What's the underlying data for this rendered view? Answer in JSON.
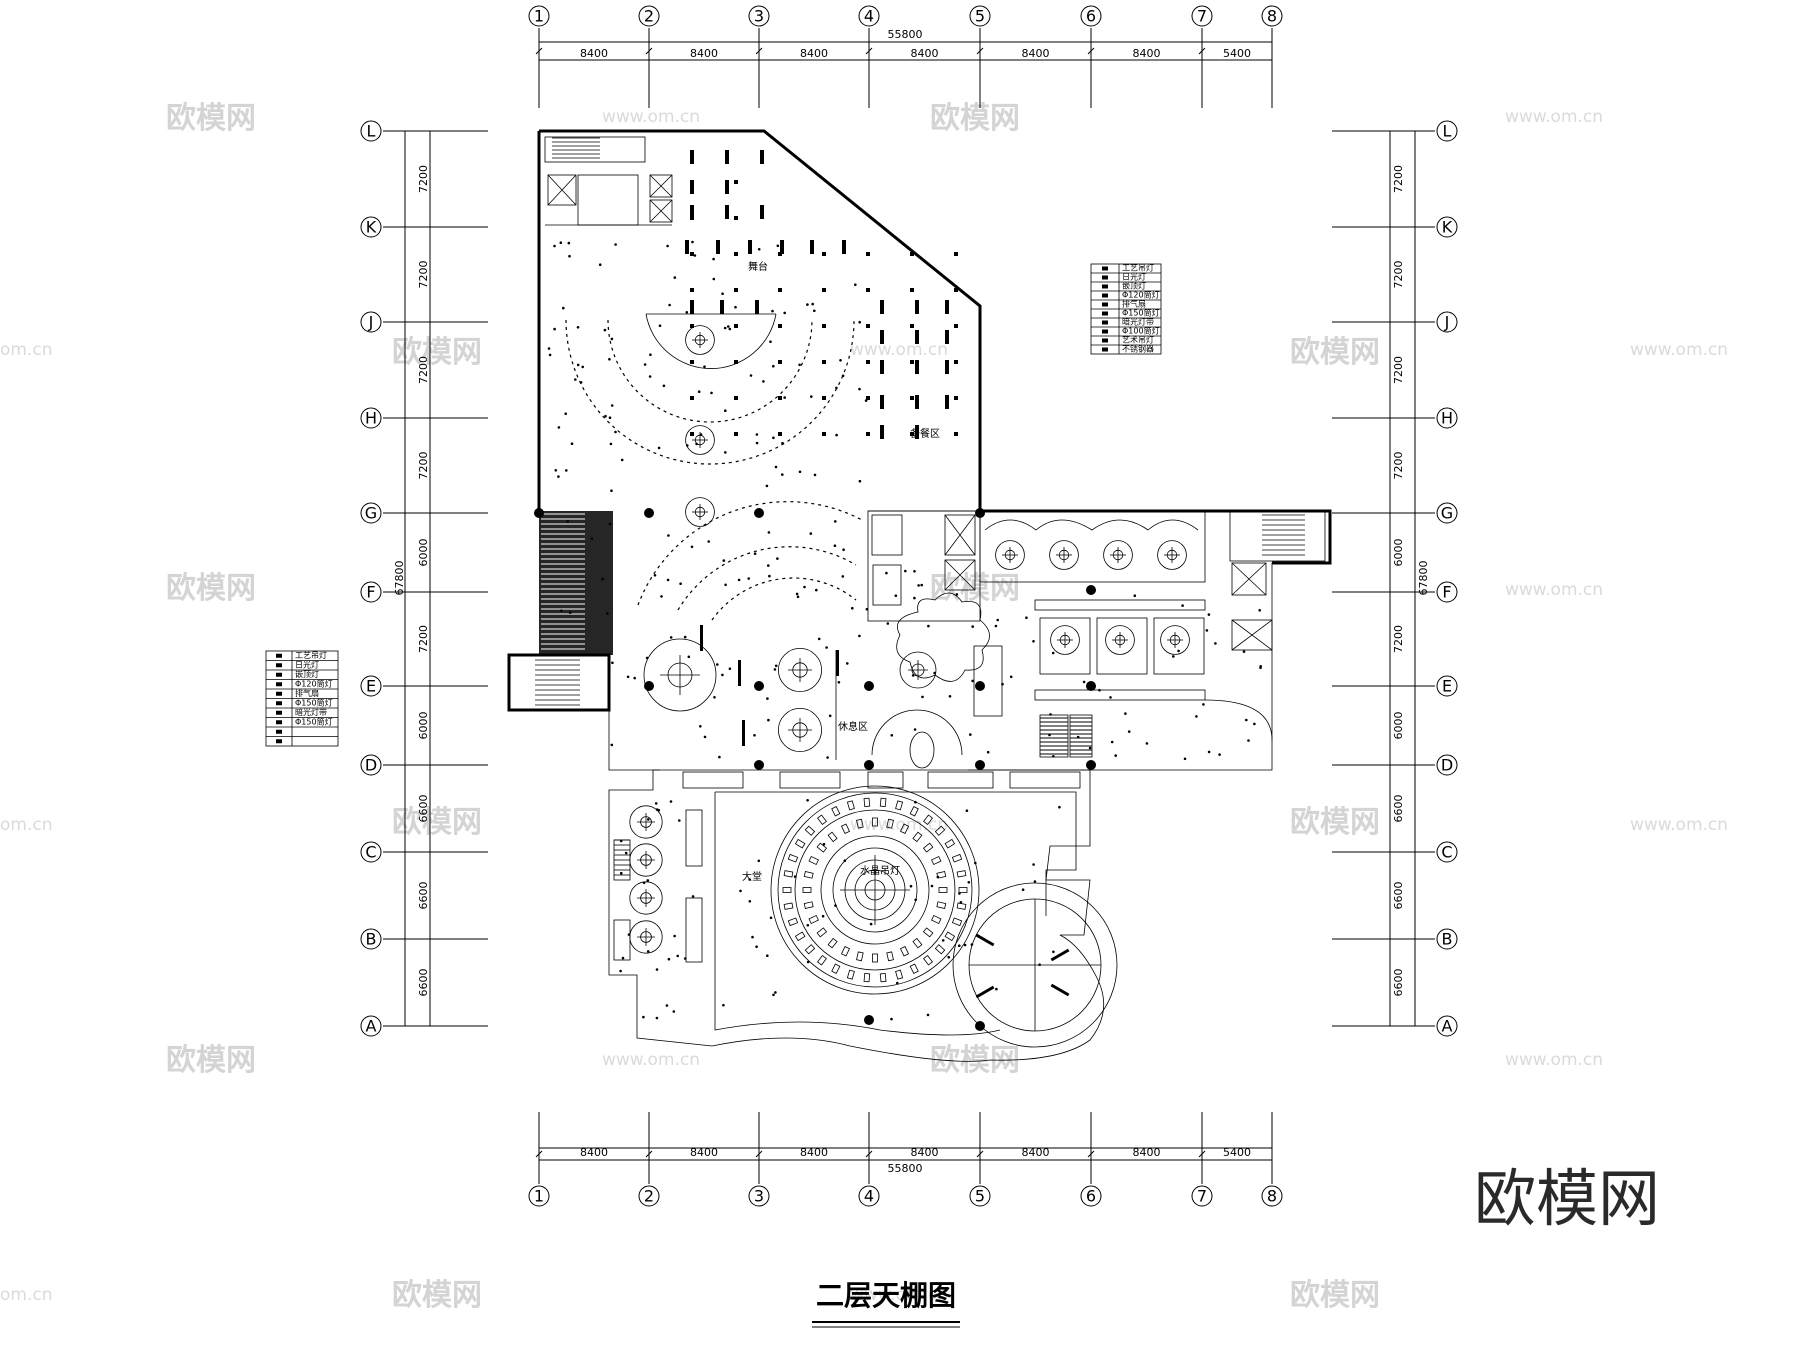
{
  "title": "二层天棚图",
  "watermark": {
    "brand": "欧模网",
    "url": "www.om.cn",
    "url_partial": "om.cn"
  },
  "columns": [
    "1",
    "2",
    "3",
    "4",
    "5",
    "6",
    "7",
    "8"
  ],
  "rows": [
    "L",
    "K",
    "J",
    "H",
    "G",
    "F",
    "E",
    "D",
    "C",
    "B",
    "A"
  ],
  "column_spacings": [
    "8400",
    "8400",
    "8400",
    "8400",
    "8400",
    "8400",
    "5400"
  ],
  "column_total": "55800",
  "row_spacings": [
    "7200",
    "7200",
    "7200",
    "7200",
    "6000",
    "7200",
    "6000",
    "6600",
    "6600",
    "6600"
  ],
  "row_total": "67800",
  "legend_right": [
    {
      "label": "工艺吊灯"
    },
    {
      "label": "日光灯"
    },
    {
      "label": "嵌顶灯"
    },
    {
      "label": "Φ120筒灯"
    },
    {
      "label": "排气扇"
    },
    {
      "label": "Φ150筒灯"
    },
    {
      "label": "暗光灯带"
    },
    {
      "label": "Φ100筒灯"
    },
    {
      "label": "艺术吊灯"
    },
    {
      "label": "不锈钢器"
    }
  ],
  "legend_left": [
    {
      "label": "工艺吊灯"
    },
    {
      "label": "日光灯"
    },
    {
      "label": "嵌顶灯"
    },
    {
      "label": "Φ120筒灯"
    },
    {
      "label": "排气扇"
    },
    {
      "label": "Φ150筒灯"
    },
    {
      "label": "暗光灯带"
    },
    {
      "label": "Φ150筒灯"
    },
    {
      "label": ""
    },
    {
      "label": ""
    }
  ],
  "rooms": {
    "stage": "舞台",
    "prep": "备餐区",
    "lounge": "休息区",
    "hall": "大堂",
    "crystal": "水晶吊灯"
  }
}
